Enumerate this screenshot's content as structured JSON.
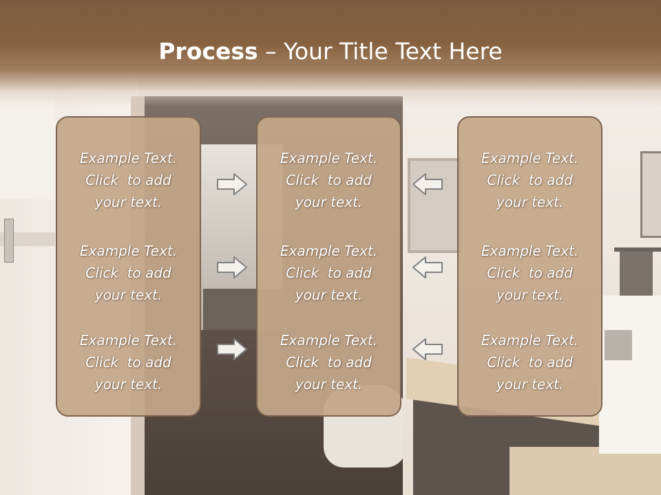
{
  "title": {
    "bold": "Process",
    "rest": " – Your Title Text Here"
  },
  "columns": [
    {
      "items": [
        {
          "line1": "Example Text.",
          "line2": "Click  to add",
          "line3": "your text."
        },
        {
          "line1": "Example Text.",
          "line2": "Click  to add",
          "line3": "your text."
        },
        {
          "line1": "Example Text.",
          "line2": "Click  to add",
          "line3": "your text."
        }
      ]
    },
    {
      "items": [
        {
          "line1": "Example Text.",
          "line2": "Click  to add",
          "line3": "your text."
        },
        {
          "line1": "Example Text.",
          "line2": "Click  to add",
          "line3": "your text."
        },
        {
          "line1": "Example Text.",
          "line2": "Click  to add",
          "line3": "your text."
        }
      ]
    },
    {
      "items": [
        {
          "line1": "Example Text.",
          "line2": "Click  to add",
          "line3": "your text."
        },
        {
          "line1": "Example Text.",
          "line2": "Click  to add",
          "line3": "your text."
        },
        {
          "line1": "Example Text.",
          "line2": "Click  to add",
          "line3": "your text."
        }
      ]
    }
  ],
  "arrows": {
    "left_group": "right-arrow-icon",
    "right_group": "left-arrow-icon"
  },
  "colors": {
    "header": "#86613f",
    "box_fill": "#c4a78a",
    "box_border": "#7c6350",
    "text": "#ffffff"
  }
}
